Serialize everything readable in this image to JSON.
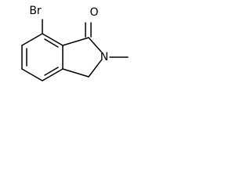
{
  "molecule": {
    "atoms": {
      "bromine": "Br",
      "oxygen": "O",
      "nitrogen": "N"
    },
    "colors": {
      "background": "#ffffff",
      "ink": "#000000"
    }
  }
}
